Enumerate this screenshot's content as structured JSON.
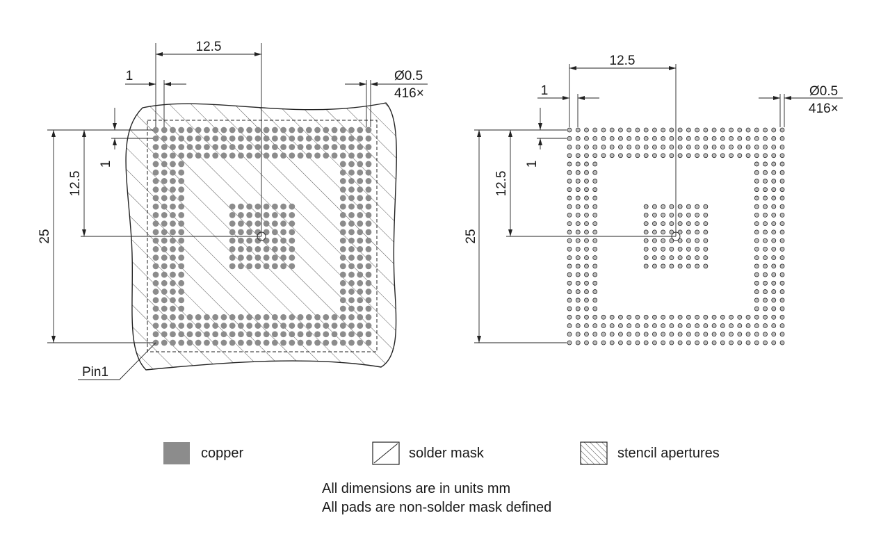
{
  "left_view": {
    "dim_pitch_x": "12.5",
    "dim_pad_pitch_x": "1",
    "dim_pitch_y": "12.5",
    "dim_pad_pitch_y": "1",
    "dim_overall": "25",
    "pad_diameter": "Ø0.5",
    "pad_count": "416×",
    "pin1_label": "Pin1"
  },
  "right_view": {
    "dim_pitch_x": "12.5",
    "dim_pad_pitch_x": "1",
    "dim_pitch_y": "12.5",
    "dim_pad_pitch_y": "1",
    "dim_overall": "25",
    "pad_diameter": "Ø0.5",
    "pad_count": "416×"
  },
  "legend": {
    "copper": "copper",
    "solder_mask": "solder mask",
    "stencil": "stencil apertures"
  },
  "notes": {
    "line1": "All dimensions are in units mm",
    "line2": "All pads are non-solder mask defined"
  },
  "colors": {
    "copper": "#8c8c8c",
    "stencil_pad": "#bdbdbd",
    "line": "#222222"
  }
}
